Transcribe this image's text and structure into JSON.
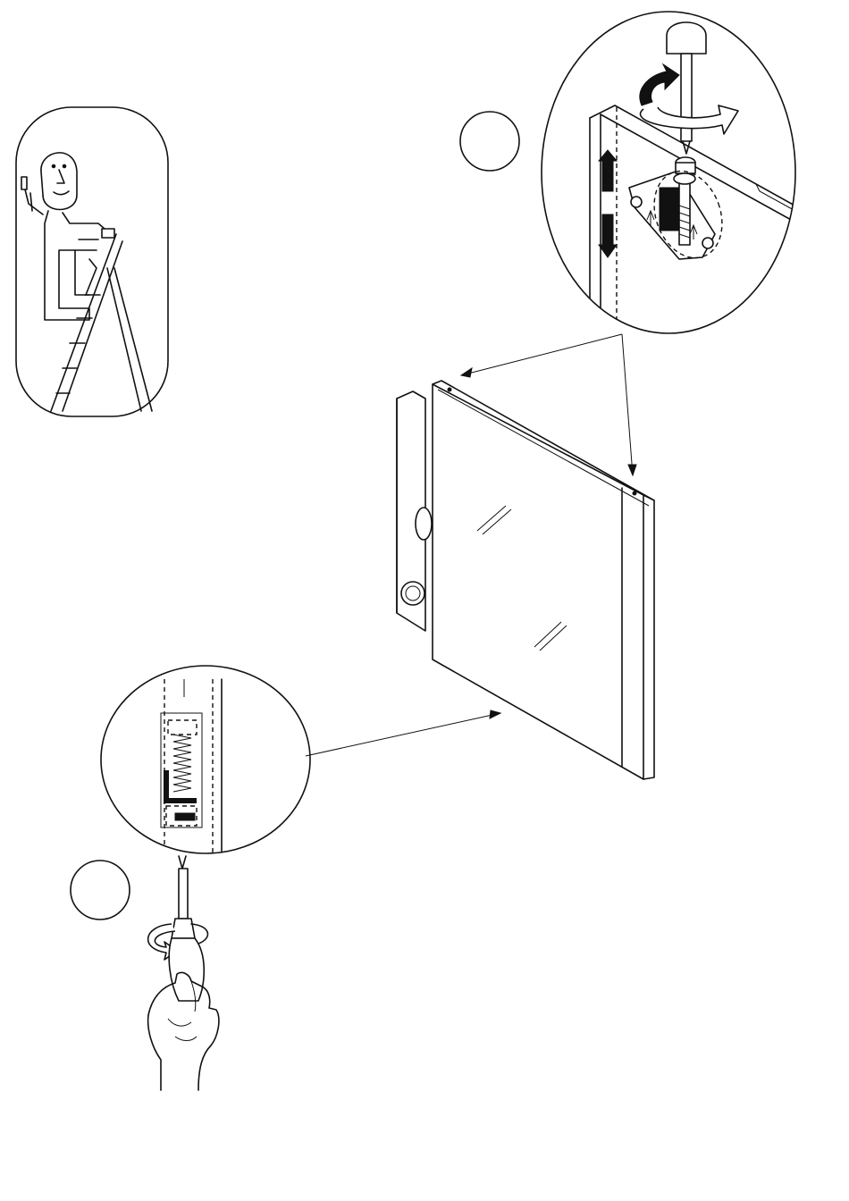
{
  "steps": [
    {
      "id": "1",
      "label": ""
    },
    {
      "id": "2",
      "label": ""
    }
  ],
  "colors": {
    "ink": "#111111",
    "paper": "#ffffff"
  },
  "icons": {
    "safety_panel": "person-on-stepladder-thumbs-up",
    "detail_top": "screwdriver-turning-cam-hinge-adjustment",
    "detail_bottom": "hex-key-spring-mechanism",
    "tool": "screwdriver-in-hand"
  }
}
